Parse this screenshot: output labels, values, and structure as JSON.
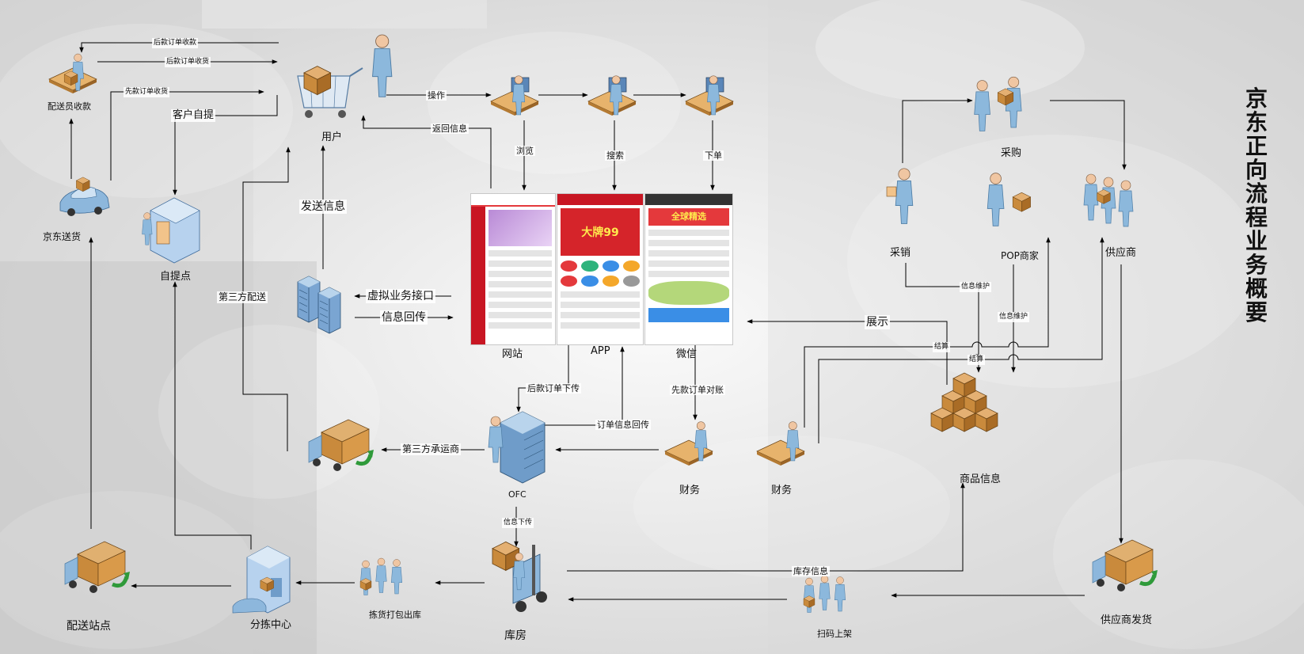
{
  "title": "京东正向流程业务概要",
  "nodes": {
    "courier_collect": "配送员收款",
    "jd_delivery": "京东送货",
    "pickup_point": "自提点",
    "user": "用户",
    "website": "网站",
    "app": "APP",
    "wechat": "微信",
    "third_party_carrier": "第三方承运商",
    "ofc": "OFC",
    "finance_left": "财务",
    "finance_right": "财务",
    "purchase": "采购",
    "procurement": "采销",
    "pop_merchant": "POP商家",
    "supplier": "供应商",
    "product_info": "商品信息",
    "supplier_ship": "供应商发货",
    "warehouse": "库房",
    "pick_pack": "拣货打包出库",
    "sorting_center": "分拣中心",
    "delivery_station": "配送站点",
    "scan_shelve": "扫码上架"
  },
  "edges": {
    "postpay_collect": "后款订单收款",
    "postpay_receive": "后款订单收货",
    "prepay_receive": "先款订单收货",
    "customer_pickup": "客户自提",
    "operate": "操作",
    "return_info": "返回信息",
    "browse": "浏览",
    "search": "搜索",
    "place_order": "下单",
    "send_info": "发送信息",
    "virtual_interface": "虚拟业务接口",
    "info_return": "信息回传",
    "third_party_delivery": "第三方配送",
    "postpay_order_down": "后款订单下传",
    "order_info_return": "订单信息回传",
    "prepay_reconcile": "先款订单对账",
    "info_down": "信息下传",
    "inventory_info": "库存信息",
    "display": "展示",
    "info_maintain_1": "信息维护",
    "info_maintain_2": "信息维护",
    "settle_1": "结算",
    "settle_2": "结算"
  },
  "screens": {
    "app_banner": "大牌99",
    "wechat_banner": "全球精选"
  },
  "colors": {
    "line": "#000000",
    "figure_blue": "#8cb8dc",
    "box_brown": "#c98a3c",
    "truck_green": "#2f9a3a",
    "server_blue": "#7aa5d2"
  },
  "icons": {
    "courier_collect": "courier-desk-icon",
    "jd_delivery": "car-icon",
    "pickup_point": "storefront-icon",
    "user": "shopping-cart-person-icon",
    "computers": "computer-user-icon",
    "server": "server-icon",
    "truck": "delivery-truck-icon",
    "ofc": "ofc-server-person-icon",
    "finance": "finance-desk-icon",
    "people": "business-person-icon",
    "product": "box-pyramid-icon",
    "forklift": "forklift-icon",
    "workers": "warehouse-workers-icon",
    "sorting": "sorting-building-icon"
  }
}
